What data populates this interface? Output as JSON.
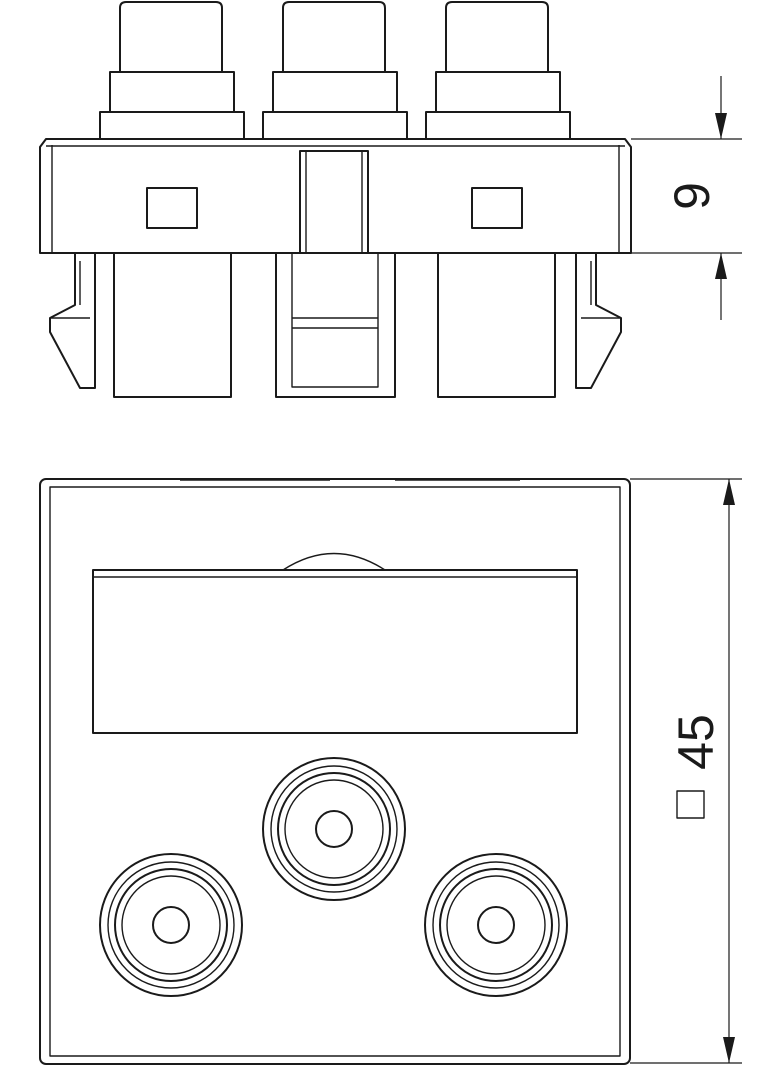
{
  "dimensions": {
    "height_label": "9",
    "width_label": "45",
    "width_prefix_symbol": "square-symbol"
  }
}
